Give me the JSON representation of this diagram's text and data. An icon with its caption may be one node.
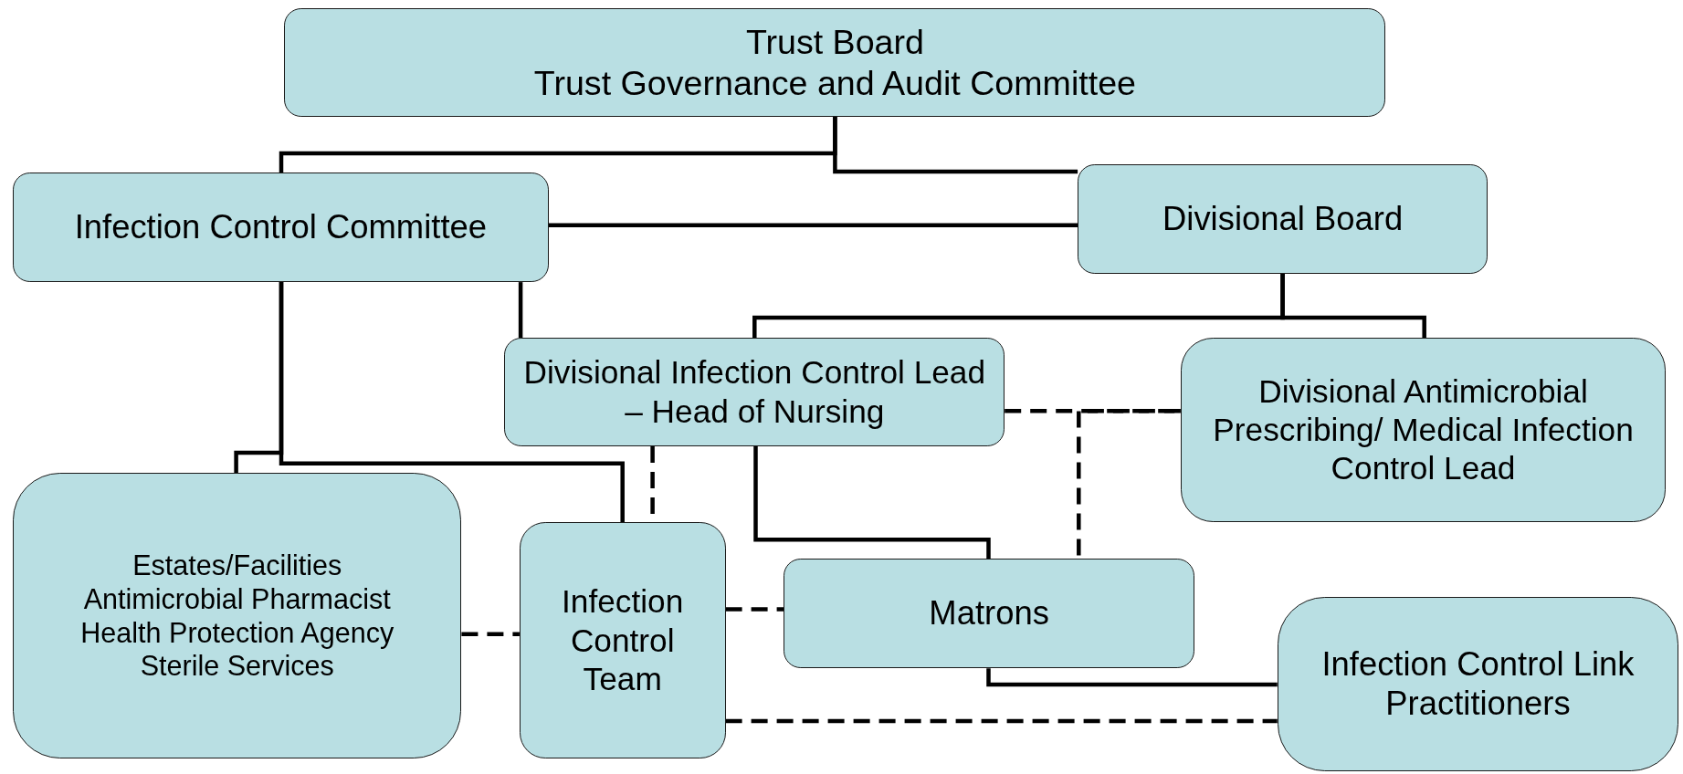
{
  "diagram": {
    "nodes": [
      {
        "text": [
          "Trust Board",
          "Trust Governance and Audit Committee"
        ]
      },
      {
        "text": [
          "Infection Control Committee"
        ]
      },
      {
        "text": [
          "Divisional Board"
        ]
      },
      {
        "text": [
          "Divisional Infection Control Lead – Head of Nursing"
        ]
      },
      {
        "text": [
          "Divisional Antimicrobial Prescribing/ Medical Infection Control Lead"
        ]
      },
      {
        "text": [
          "Estates/Facilities",
          "Antimicrobial Pharmacist",
          "Health Protection Agency",
          "Sterile Services"
        ]
      },
      {
        "text": [
          "Infection Control Team"
        ]
      },
      {
        "text": [
          "Matrons"
        ]
      },
      {
        "text": [
          "Infection Control Link Practitioners"
        ]
      }
    ],
    "edges": [
      {
        "from": 0,
        "to": 1,
        "arrow": "none"
      },
      {
        "from": 0,
        "to": 2,
        "arrow": "none"
      },
      {
        "from": 1,
        "to": 2,
        "arrow": "none"
      },
      {
        "from": 1,
        "to": 3,
        "arrow": "none"
      },
      {
        "from": 2,
        "to": 3,
        "arrow": "none"
      },
      {
        "from": 2,
        "to": 4,
        "arrow": "none"
      },
      {
        "from": 1,
        "to": 5,
        "arrow": "none"
      },
      {
        "from": 1,
        "to": 6,
        "arrow": "none"
      },
      {
        "from": 3,
        "to": 6,
        "arrow": "none",
        "style": "dashed"
      },
      {
        "from": 3,
        "to": 7,
        "arrow": "none"
      },
      {
        "from": 3,
        "to": 4,
        "arrow": "none",
        "style": "dashed"
      },
      {
        "from": 4,
        "to": 7,
        "arrow": "none",
        "style": "dashed"
      },
      {
        "from": 5,
        "to": 6,
        "arrow": "none",
        "style": "dashed"
      },
      {
        "from": 6,
        "to": 7,
        "arrow": "none",
        "style": "dashed"
      },
      {
        "from": 7,
        "to": 8,
        "arrow": "none"
      },
      {
        "from": 6,
        "to": 8,
        "arrow": "none",
        "style": "dashed"
      }
    ]
  }
}
